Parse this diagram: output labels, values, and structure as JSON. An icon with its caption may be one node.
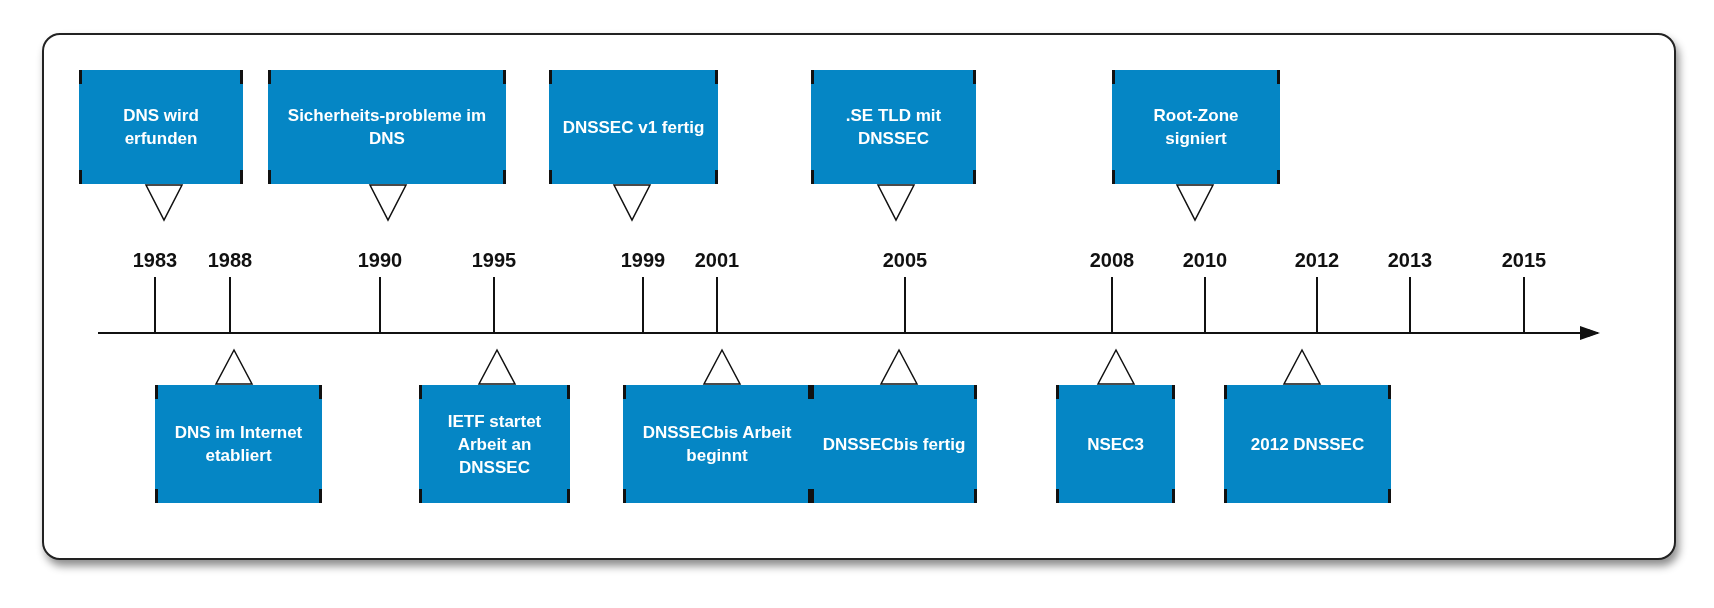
{
  "diagram": {
    "nodes": [
      {
        "text": [
          "DNS wird erfunden"
        ]
      },
      {
        "text": [
          "DNS im Internet etabliert"
        ]
      },
      {
        "text": [
          "Sicherheits-probleme im DNS"
        ]
      },
      {
        "text": [
          "IETF startet Arbeit an DNSSEC"
        ]
      },
      {
        "text": [
          "DNSSEC v1 fertig"
        ]
      },
      {
        "text": [
          "DNSSECbis Arbeit beginnt"
        ]
      },
      {
        "text": [
          ".SE TLD mit DNSSEC"
        ]
      },
      {
        "text": [
          "DNSSECbis fertig"
        ]
      },
      {
        "text": [
          "NSEC3"
        ]
      },
      {
        "text": [
          "Root-Zone signiert"
        ]
      },
      {
        "text": [
          "2012 DNSSEC"
        ]
      }
    ],
    "labels": [
      "1983",
      "1988",
      "1990",
      "1995",
      "1999",
      "2001",
      "2005",
      "2008",
      "2010",
      "2012",
      "2013",
      "2015"
    ]
  }
}
